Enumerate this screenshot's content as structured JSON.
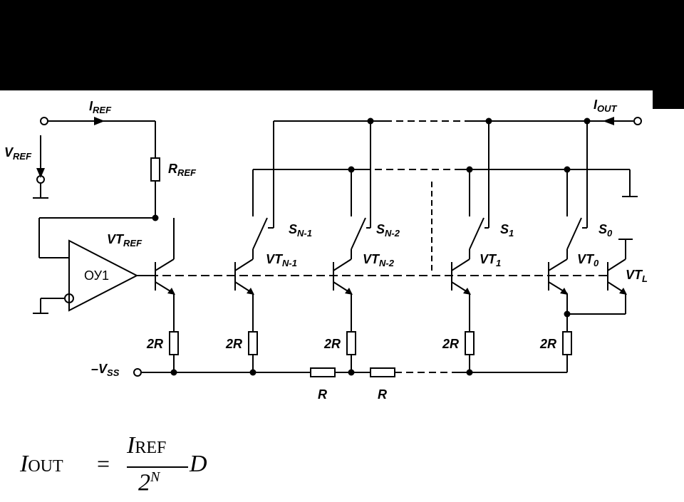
{
  "labels": {
    "iref": {
      "main": "I",
      "sub": "REF"
    },
    "vref": {
      "main": "V",
      "sub": "REF"
    },
    "rref": {
      "main": "R",
      "sub": "REF"
    },
    "vtref": {
      "main": "VT",
      "sub": "REF"
    },
    "opamp": "ОУ1",
    "iout": {
      "main": "I",
      "sub": "OUT"
    },
    "vss": {
      "main": "–V",
      "sub": "SS"
    },
    "resistor_2r": "2R",
    "resistor_r": "R",
    "switches": [
      {
        "main": "S",
        "sub": "N-1"
      },
      {
        "main": "S",
        "sub": "N-2"
      },
      {
        "main": "S",
        "sub": "1"
      },
      {
        "main": "S",
        "sub": "0"
      }
    ],
    "transistors": [
      {
        "main": "VT",
        "sub": "N-1"
      },
      {
        "main": "VT",
        "sub": "N-2"
      },
      {
        "main": "VT",
        "sub": "1"
      },
      {
        "main": "VT",
        "sub": "0"
      },
      {
        "main": "VT",
        "sub": "L"
      }
    ]
  },
  "formula": {
    "lhs": "I",
    "lhs_sub": "OUT",
    "equals": "=",
    "num": "I",
    "num_sub": "REF",
    "den": "2",
    "den_sup": "N",
    "factor": "D"
  }
}
